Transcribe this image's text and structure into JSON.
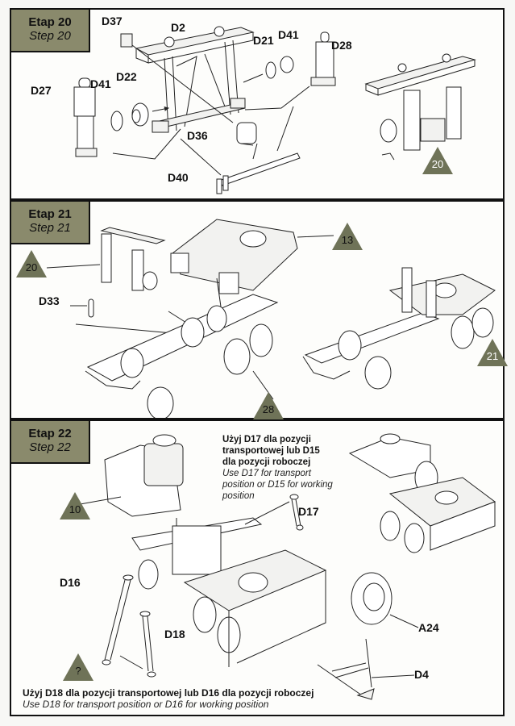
{
  "steps": [
    {
      "id": "20",
      "title_pl": "Etap 20",
      "title_en": "Step 20",
      "part_labels": [
        "D37",
        "D2",
        "D21",
        "D41",
        "D28",
        "D27",
        "D41",
        "D22",
        "D36",
        "D40"
      ],
      "reference_triangles": [
        {
          "number": "20",
          "role": "result"
        }
      ]
    },
    {
      "id": "21",
      "title_pl": "Etap 21",
      "title_en": "Step 21",
      "part_labels": [
        "D33"
      ],
      "reference_triangles": [
        {
          "number": "20",
          "role": "input"
        },
        {
          "number": "13",
          "role": "input"
        },
        {
          "number": "28",
          "role": "input"
        },
        {
          "number": "21",
          "role": "result"
        }
      ]
    },
    {
      "id": "22",
      "title_pl": "Etap 22",
      "title_en": "Step 22",
      "part_labels": [
        "D17",
        "D16",
        "D18",
        "A24",
        "D4"
      ],
      "reference_triangles": [
        {
          "number": "10",
          "role": "input"
        },
        {
          "number": "?",
          "role": "input"
        }
      ],
      "note_top": {
        "pl": [
          "Użyj D17 dla pozycji",
          "transportowej lub D15",
          "dla pozycji roboczej"
        ],
        "en": [
          "Use D17 for transport",
          "position or D15 for working",
          "position"
        ]
      },
      "note_bottom": {
        "pl": "Użyj D18 dla pozycji transportowej lub D16 dla pozycji roboczej",
        "en": "Use D18 for transport position or D16 for working position"
      }
    }
  ],
  "colors": {
    "step_box": "#8a8a6c",
    "triangle": "#6f7358",
    "border": "#111111",
    "paper": "#fdfdfb"
  }
}
